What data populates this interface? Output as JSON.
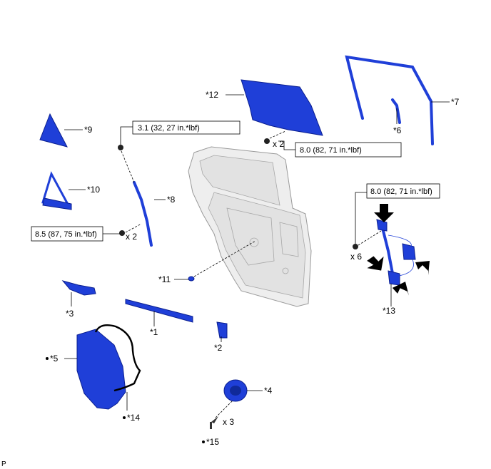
{
  "labels": {
    "p1": "*1",
    "p2": "*2",
    "p3": "*3",
    "p4": "*4",
    "p5": "*5",
    "p6": "*6",
    "p7": "*7",
    "p8": "*8",
    "p9": "*9",
    "p10": "*10",
    "p11": "*11",
    "p12": "*12",
    "p13": "*13",
    "p14": "*14",
    "p15": "*15"
  },
  "torques": {
    "t1": "3.1 (32, 27 in.*lbf)",
    "t2": "8.0 (82, 71 in.*lbf)",
    "t3": "8.5 (87, 75 in.*lbf)",
    "t4": "8.0 (82, 71 in.*lbf)"
  },
  "quantities": {
    "q1": "x 2",
    "q2": "x 2",
    "q3": "x 6",
    "q4": "x 3"
  },
  "corner_mark": "P",
  "colors": {
    "part_blue": "#1f3fd8",
    "outline_blue": "#0b1f8f"
  }
}
